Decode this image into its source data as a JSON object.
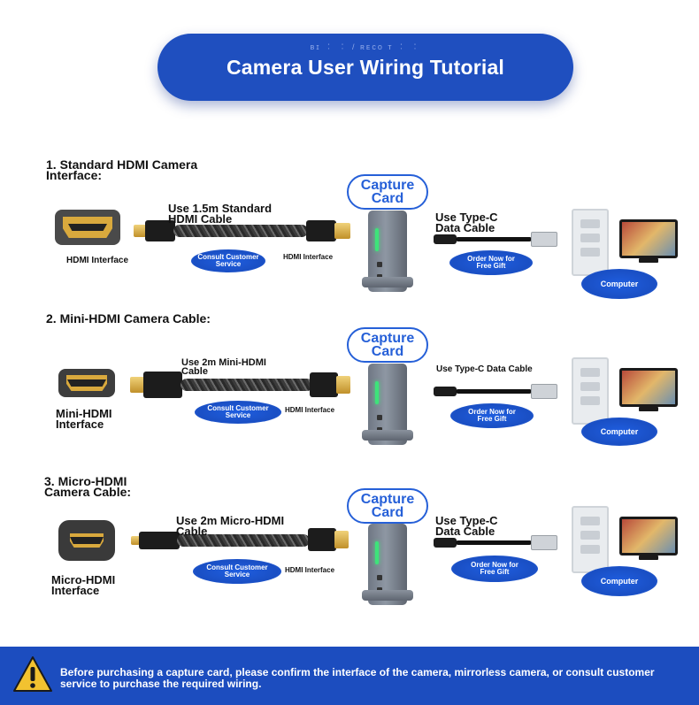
{
  "header": {
    "title": "Camera User Wiring Tutorial",
    "subtitle": "ʙɪ ︰ ︰ / ʀᴇᴄᴏ ᴛ ︰ ︰"
  },
  "rows": [
    {
      "heading": "1. Standard HDMI Camera\nInterface:",
      "port_label": "HDMI Interface",
      "cable_label": "Use 1.5m Standard\nHDMI Cable",
      "consult_label": "Consult Customer\nService",
      "hdmi_end_label": "HDMI Interface",
      "capture_label": "Capture\nCard",
      "usb_label": "Use Type-C\nData Cable",
      "order_label": "Order Now for\nFree Gift",
      "computer_label": "Computer"
    },
    {
      "heading": "2. Mini-HDMI Camera Cable:",
      "port_label": "Mini-HDMI\nInterface",
      "cable_label": "Use 2m Mini-HDMI\nCable",
      "consult_label": "Consult Customer\nService",
      "hdmi_end_label": "HDMI Interface",
      "capture_label": "Capture\nCard",
      "usb_label": "Use Type-C Data Cable",
      "order_label": "Order Now for\nFree Gift",
      "computer_label": "Computer"
    },
    {
      "heading": "3. Micro-HDMI\nCamera Cable:",
      "port_label": "Micro-HDMI\nInterface",
      "cable_label": "Use 2m Micro-HDMI\nCable",
      "consult_label": "Consult Customer\nService",
      "hdmi_end_label": "HDMI Interface",
      "capture_label": "Capture\nCard",
      "usb_label": "Use Type-C\nData Cable",
      "order_label": "Order Now for\nFree Gift",
      "computer_label": "Computer"
    }
  ],
  "footer": {
    "notice": "Before purchasing a capture card, please confirm the interface of the camera, mirrorless camera, or consult customer service to purchase the required wiring."
  },
  "colors": {
    "brand_blue": "#1f4fbf",
    "badge_blue": "#2660d8",
    "warning_yellow": "#f2c230"
  }
}
